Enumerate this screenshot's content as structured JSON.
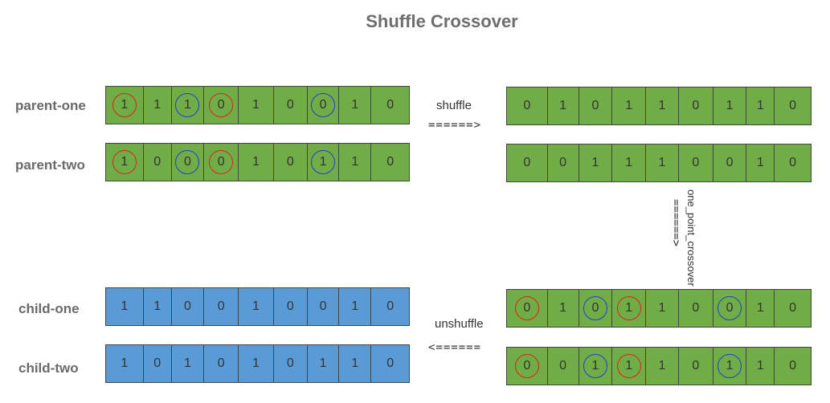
{
  "title": "Shuffle Crossover",
  "labels": {
    "parent_one": "parent-one",
    "parent_two": "parent-two",
    "child_one": "child-one",
    "child_two": "child-two"
  },
  "steps": {
    "shuffle": "shuffle",
    "shuffle_arrow": "======>",
    "crossover": "one_point_crossover",
    "crossover_arrow": "======>",
    "unshuffle": "unshuffle",
    "unshuffle_arrow": "<======"
  },
  "colors": {
    "parent_fill": "#70ad47",
    "child_fill": "#5b9bd5",
    "ring_red": "#e02020",
    "ring_blue": "#1f3fd0"
  },
  "rows": {
    "parent_one": {
      "values": [
        "1",
        "1",
        "1",
        "0",
        "1",
        "0",
        "0",
        "1",
        "0"
      ],
      "rings": [
        "red",
        "",
        "blue",
        "red",
        "",
        "",
        "blue",
        "",
        ""
      ]
    },
    "parent_two": {
      "values": [
        "1",
        "0",
        "0",
        "0",
        "1",
        "0",
        "1",
        "1",
        "0"
      ],
      "rings": [
        "red",
        "",
        "blue",
        "red",
        "",
        "",
        "blue",
        "",
        ""
      ]
    },
    "shuffled_one": {
      "values": [
        "0",
        "1",
        "0",
        "1",
        "1",
        "0",
        "1",
        "1",
        "0"
      ],
      "rings": [
        "",
        "",
        "",
        "",
        "",
        "",
        "",
        "",
        ""
      ]
    },
    "shuffled_two": {
      "values": [
        "0",
        "0",
        "1",
        "1",
        "1",
        "0",
        "0",
        "1",
        "0"
      ],
      "rings": [
        "",
        "",
        "",
        "",
        "",
        "",
        "",
        "",
        ""
      ]
    },
    "crossed_one": {
      "values": [
        "0",
        "1",
        "0",
        "1",
        "1",
        "0",
        "0",
        "1",
        "0"
      ],
      "rings": [
        "red",
        "",
        "blue",
        "red",
        "",
        "",
        "blue",
        "",
        ""
      ]
    },
    "crossed_two": {
      "values": [
        "0",
        "0",
        "1",
        "1",
        "1",
        "0",
        "1",
        "1",
        "0"
      ],
      "rings": [
        "red",
        "",
        "blue",
        "red",
        "",
        "",
        "blue",
        "",
        ""
      ]
    },
    "child_one": {
      "values": [
        "1",
        "1",
        "0",
        "0",
        "1",
        "0",
        "0",
        "1",
        "0"
      ],
      "rings": [
        "",
        "",
        "",
        "",
        "",
        "",
        "",
        "",
        ""
      ]
    },
    "child_two": {
      "values": [
        "1",
        "0",
        "1",
        "0",
        "1",
        "0",
        "1",
        "1",
        "0"
      ],
      "rings": [
        "",
        "",
        "",
        "",
        "",
        "",
        "",
        "",
        ""
      ]
    }
  }
}
